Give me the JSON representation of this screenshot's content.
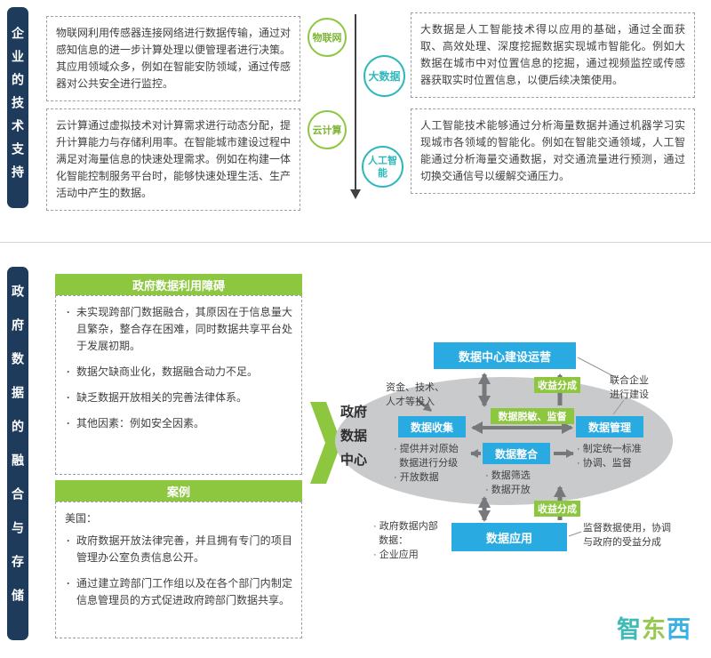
{
  "top_section": {
    "sidebar": "企业的技术支持",
    "left_boxes": [
      "物联网利用传感器连接网络进行数据传输，通过对感知信息的进一步计算处理以便管理者进行决策。其应用领域众多，例如在智能安防领域，通过传感器对公共安全进行监控。",
      "云计算通过虚拟技术对计算需求进行动态分配，提升计算能力与存储利用率。在智能城市建设过程中满足对海量信息的快速处理需求。例如在构建一体化智能控制服务平台时，能够快速处理生活、生产活动中产生的数据。"
    ],
    "circles": [
      "物联网",
      "大数据",
      "云计算",
      "人工智能"
    ],
    "right_boxes": [
      "大数据是人工智能技术得以应用的基础，通过全面获取、高效处理、深度挖掘数据实现城市智能化。例如大数据在城市中对位置信息的挖掘，通过视频监控或传感器获取实时位置信息，以便后续决策使用。",
      "人工智能技术能够通过分析海量数据并通过机器学习实现城市各领域的智能化。例如在智能交通领域，人工智能通过分析海量交通数据，对交通流量进行预测，通过切换交通信号以缓解交通压力。"
    ]
  },
  "bottom_section": {
    "sidebar": "政府数据的融合与存储",
    "obstacles": {
      "header": "政府数据利用障碍",
      "items": [
        "未实现跨部门数据融合，其原因在于信息量大且繁杂，整合存在困难，同时数据共享平台处于发展初期。",
        "数据欠缺商业化，数据融合动力不足。",
        "缺乏数据开放相关的完善法律体系。",
        "其他因素：例如安全因素。"
      ]
    },
    "case": {
      "header": "案例",
      "intro": "美国：",
      "items": [
        "政府数据开放法律完善，并且拥有专门的项目管理办公室负责信息公开。",
        "通过建立跨部门工作组以及在各个部门内制定信息管理员的方式促进政府跨部门数据共享。"
      ]
    },
    "diagram": {
      "center_label": "政府数据中心",
      "top_box": "数据中心建设运营",
      "collect": "数据收集",
      "collect_notes": "· 提供并对原始\n  数据进行分级\n· 开放数据",
      "integrate": "数据整合",
      "integrate_notes": "· 数据筛选\n· 数据开放",
      "manage": "数据管理",
      "manage_notes": "· 制定统一标准\n· 协调、监督",
      "apply": "数据应用",
      "desensitize": "数据脱敏、监督",
      "revenue_top": "收益分成",
      "revenue_bottom": "收益分成",
      "invest": "资金、技术、\n人才等投入",
      "joint": "联合企业\n进行建设",
      "supervise": "监督数据使用，协调\n与政府的受益分成",
      "internal": "· 政府数据内部\n  数据：\n· 企业应用"
    }
  },
  "watermark": {
    "chars": [
      "智",
      "东",
      "西"
    ]
  },
  "colors": {
    "navy": "#1F3B5C",
    "green": "#8DC63F",
    "teal": "#2FB8BC",
    "blue": "#29ABE2",
    "ellipse_gray": "#C9CACC",
    "arrow_gray": "#77787B"
  }
}
